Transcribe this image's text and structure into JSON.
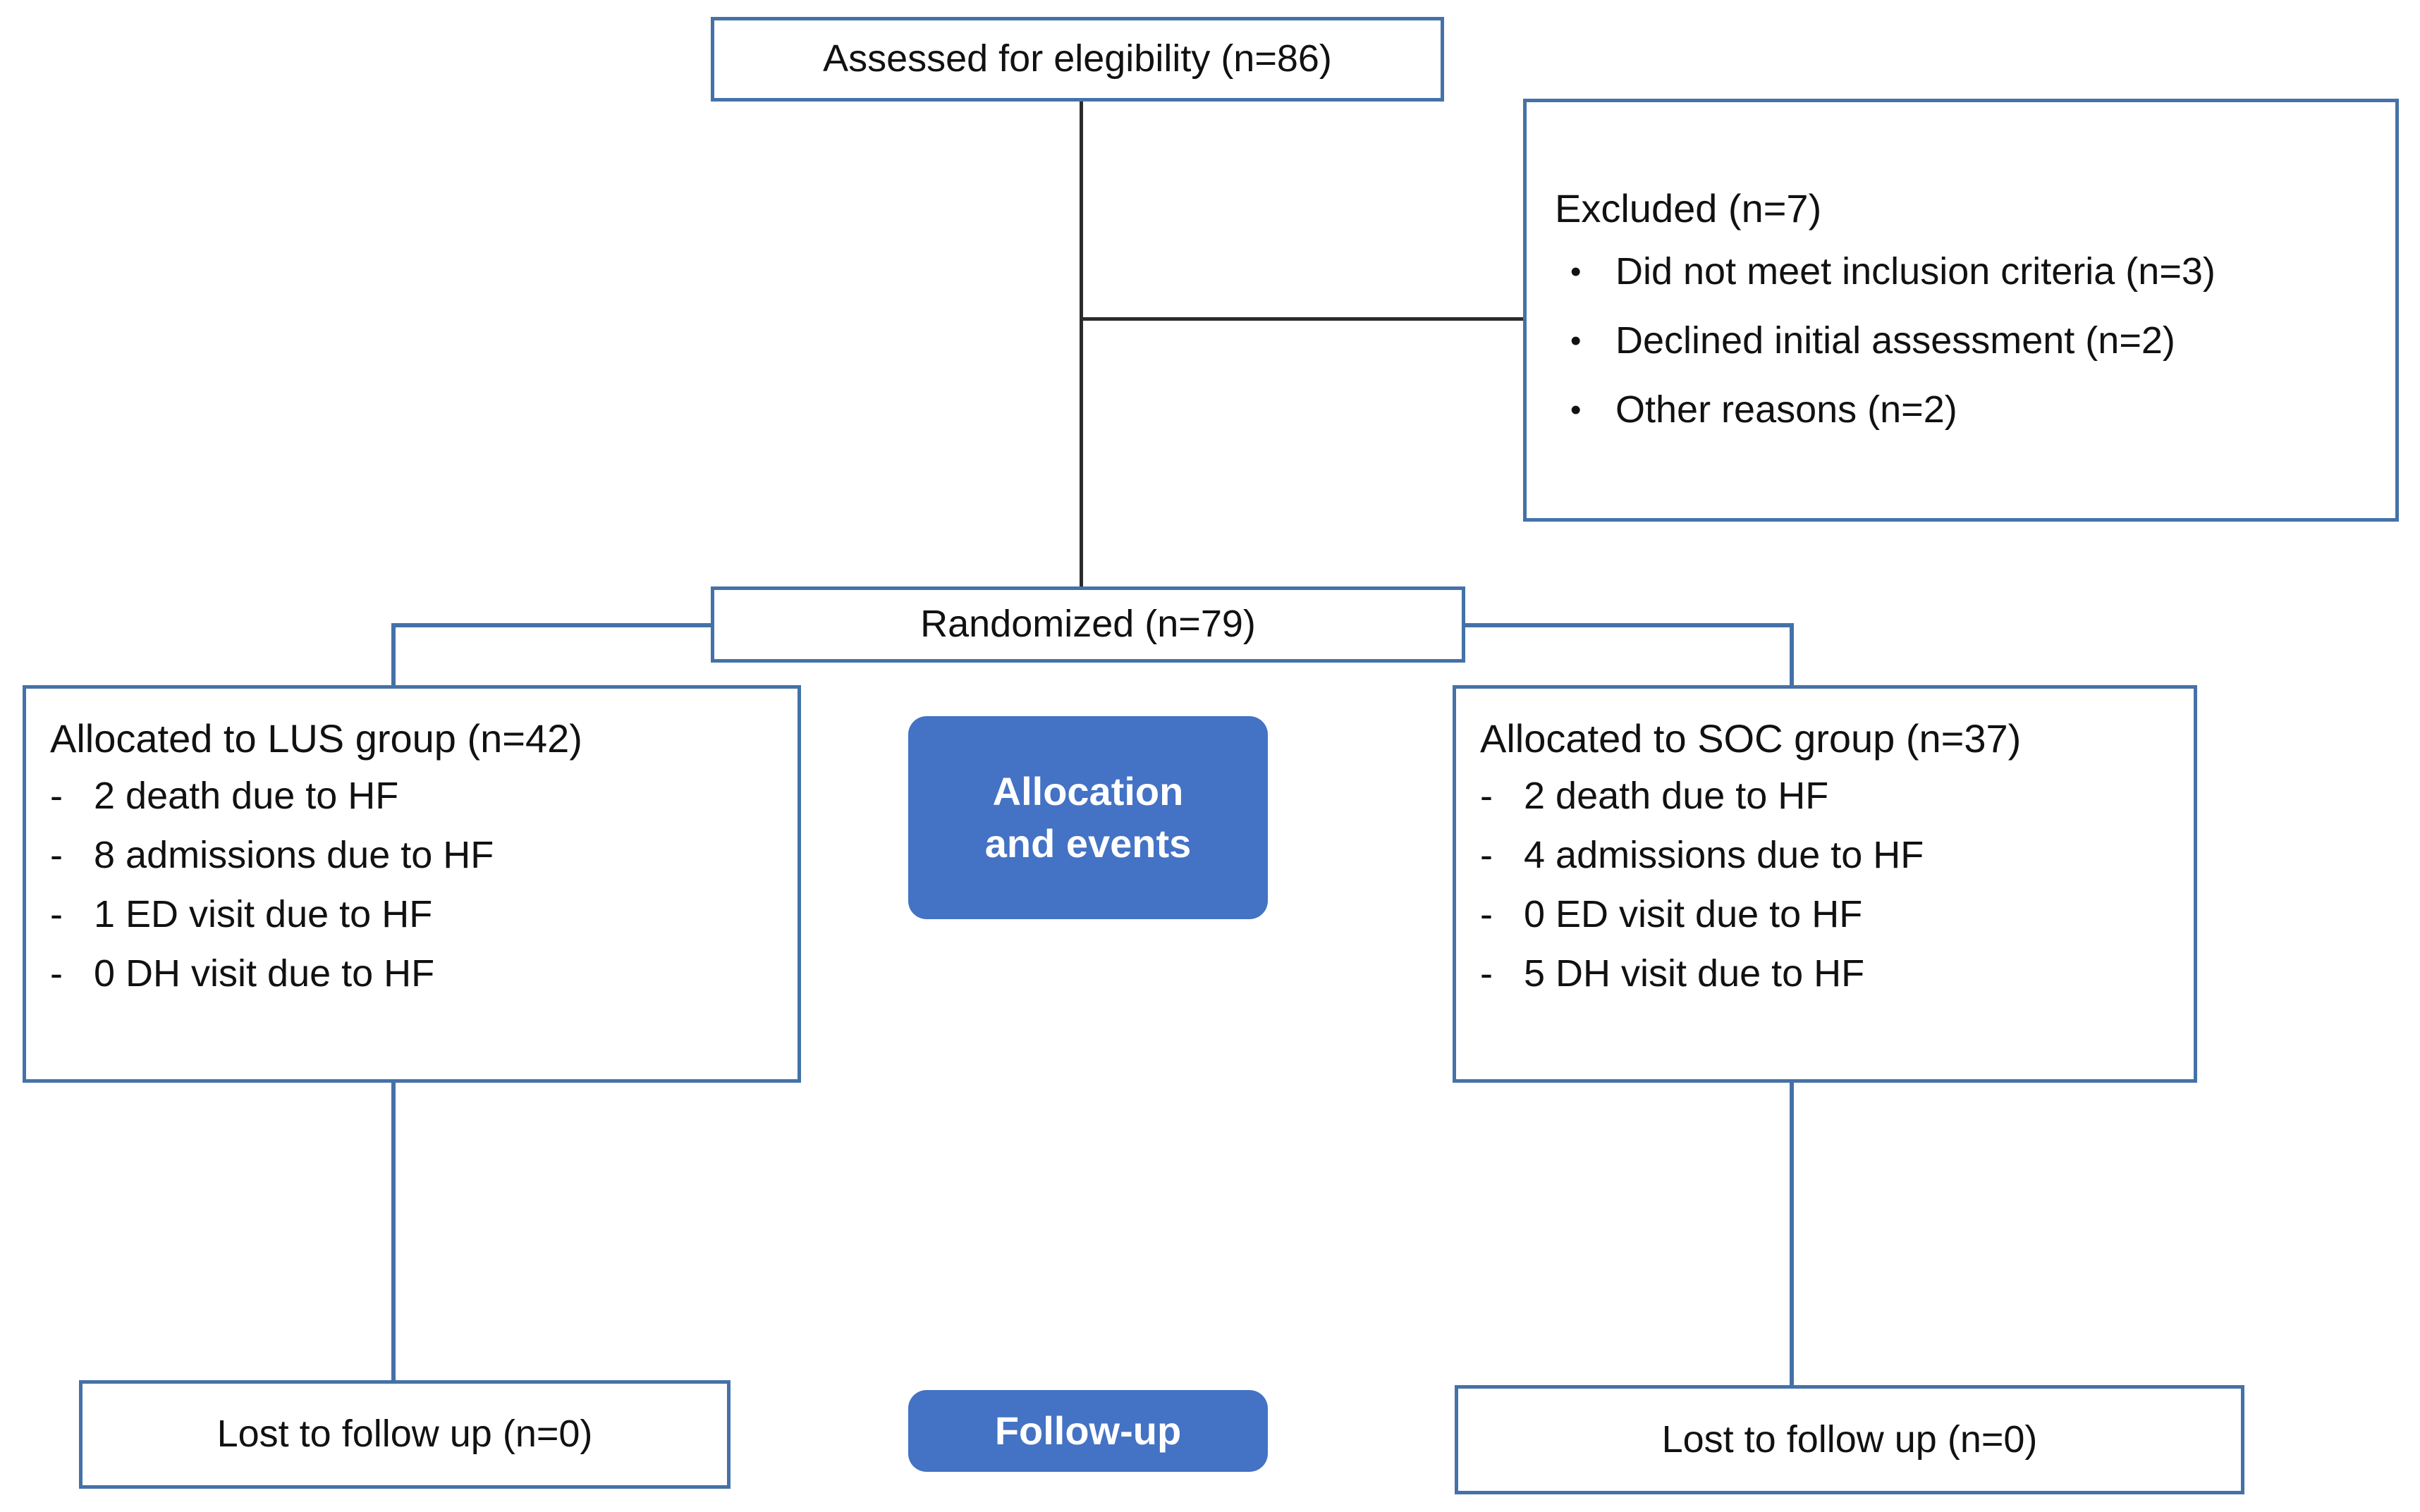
{
  "diagram": {
    "title": "CONSORT participant flow diagram",
    "accent_color": "#4472c4",
    "box_border_color": "#4472a8",
    "connector_dark_color": "#2b2b2b",
    "text_color": "#111111"
  },
  "enrollment": {
    "assessed_label": "Assessed for elegibility (n=86)"
  },
  "excluded": {
    "title": "Excluded (n=7)",
    "bullet_glyph": "•",
    "reasons": [
      "Did not meet inclusion  criteria (n=3)",
      "Declined initial assessment (n=2)",
      "Other reasons (n=2)"
    ]
  },
  "randomized": {
    "label": "Randomized (n=79)"
  },
  "stage_badges": {
    "allocation": "Allocation\nand events",
    "allocation_line1": "Allocation",
    "allocation_line2": "and events",
    "follow_up": "Follow-up"
  },
  "arms": {
    "dash_glyph": "-",
    "left": {
      "title": "Allocated to LUS group (n=42)",
      "events": [
        "2 death due to HF",
        "8 admissions  due to HF",
        "1 ED visit due to HF",
        "0 DH visit due to HF"
      ],
      "follow_up_label": "Lost to follow up (n=0)"
    },
    "right": {
      "title": "Allocated to SOC group (n=37)",
      "events": [
        "2 death due to HF",
        "4 admissions  due to HF",
        "0 ED visit due to HF",
        "5 DH visit due to HF"
      ],
      "follow_up_label": "Lost to follow up (n=0)"
    }
  }
}
